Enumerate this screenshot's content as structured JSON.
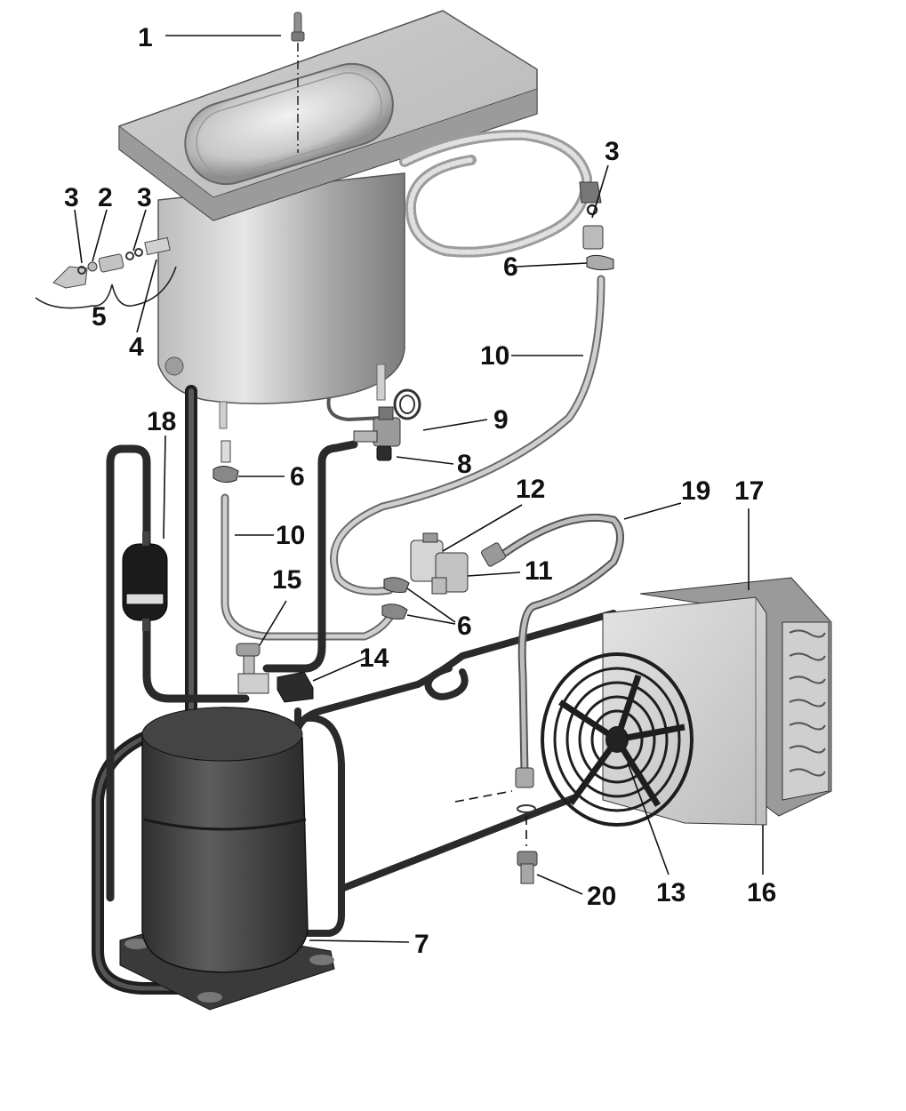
{
  "diagram": {
    "callouts": {
      "c1": "1",
      "c2": "2",
      "c3a": "3",
      "c3b": "3",
      "c3c": "3",
      "c4": "4",
      "c5": "5",
      "c6a": "6",
      "c6b": "6",
      "c6c": "6",
      "c7": "7",
      "c8": "8",
      "c9": "9",
      "c10a": "10",
      "c10b": "10",
      "c11": "11",
      "c12": "12",
      "c13": "13",
      "c14": "14",
      "c15": "15",
      "c16": "16",
      "c17": "17",
      "c18": "18",
      "c19": "19",
      "c20": "20"
    },
    "colors": {
      "steel_light": "#d9d9d9",
      "steel_mid": "#a9a9a9",
      "steel_dark": "#6e6e6e",
      "compressor": "#4a4a4a",
      "tubing": "#2b2b2b",
      "hose": "#bdbdbd"
    }
  }
}
